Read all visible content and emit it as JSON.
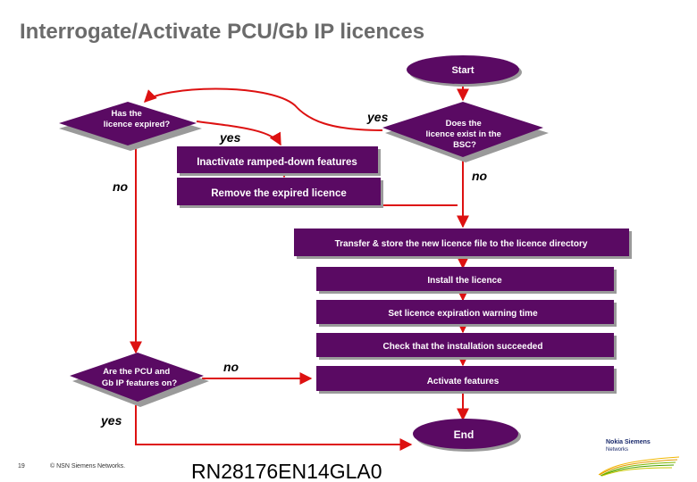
{
  "title": "Interrogate/Activate PCU/Gb IP licences",
  "colors": {
    "box_fill": "#5a0a63",
    "box_shadow": "#9a9a9a",
    "arrow": "#dd1111",
    "text": "#ffffff"
  },
  "nodes": {
    "start": "Start",
    "has_expired": [
      "Has the",
      "licence expired?"
    ],
    "licence_exists": [
      "Does the",
      "licence exist in the",
      "BSC?"
    ],
    "inactivate": "Inactivate ramped-down features",
    "remove": "Remove the expired licence",
    "transfer": "Transfer & store the new licence file to the licence directory",
    "install": "Install the licence",
    "set_warning": "Set licence expiration warning time",
    "check": "Check that the installation succeeded",
    "features_on": [
      "Are the PCU and",
      "Gb IP features on?"
    ],
    "activate": "Activate features",
    "end": "End"
  },
  "edge_labels": {
    "exists_yes": "yes",
    "expired_yes": "yes",
    "expired_no": "no",
    "exists_no": "no",
    "features_no": "no",
    "features_yes": "yes"
  },
  "footer": {
    "page": "19",
    "copyright": "© NSN Siemens Networks.",
    "code": "RN28176EN14GLA0"
  },
  "logo": {
    "line1": "Nokia Siemens",
    "line2": "Networks"
  }
}
